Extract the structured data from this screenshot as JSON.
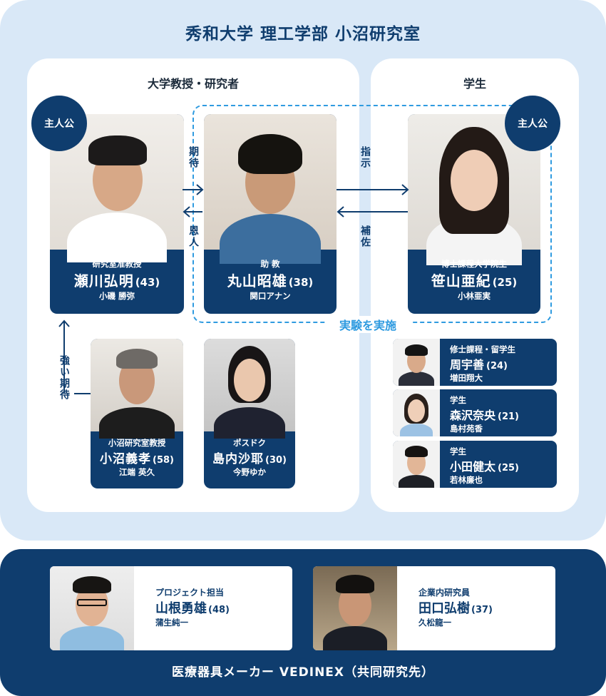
{
  "university": {
    "title": "秀和大学 理工学部 小沼研究室",
    "staff_panel_title": "大学教授・研究者",
    "students_panel_title": "学生"
  },
  "protagonist_badge": "主人公",
  "relations": {
    "expectation": "期待",
    "gratitude": "恩人",
    "instruction": "指示",
    "assistance": "補佐",
    "strong_expectation": "強い期待",
    "experiment": "実験を実施"
  },
  "characters": {
    "segawa": {
      "role": "研究室准教授",
      "name": "瀬川弘明",
      "age": "(43)",
      "actor": "小磯 勝弥"
    },
    "maruyama": {
      "role": "助 教",
      "name": "丸山昭雄",
      "age": "(38)",
      "actor": "関口アナン"
    },
    "sasayama": {
      "role": "博士課程大学院生",
      "name": "笹山亜紀",
      "age": "(25)",
      "actor": "小林亜実"
    },
    "konuma": {
      "role": "小沼研究室教授",
      "name": "小沼義孝",
      "age": "(58)",
      "actor": "江端 英久"
    },
    "shimauchi": {
      "role": "ポスドク",
      "name": "島内沙耶",
      "age": "(30)",
      "actor": "今野ゆか"
    },
    "zhou": {
      "role": "修士課程・留学生",
      "name": "周宇善",
      "age": "(24)",
      "actor": "増田翔大"
    },
    "morisawa": {
      "role": "学生",
      "name": "森沢奈央",
      "age": "(21)",
      "actor": "島村苑香"
    },
    "oda": {
      "role": "学生",
      "name": "小田健太",
      "age": "(25)",
      "actor": "若林廉也"
    },
    "yamane": {
      "role": "プロジェクト担当",
      "name": "山根勇雄",
      "age": "(48)",
      "actor": "蒲生純一"
    },
    "taguchi": {
      "role": "企業内研究員",
      "name": "田口弘樹",
      "age": "(37)",
      "actor": "久松龍一"
    }
  },
  "company": {
    "title": "医療器具メーカー VEDINEX（共同研究先）"
  },
  "colors": {
    "navy": "#0f3d6e",
    "accent": "#2f9be0",
    "background": "#d9e8f7"
  }
}
